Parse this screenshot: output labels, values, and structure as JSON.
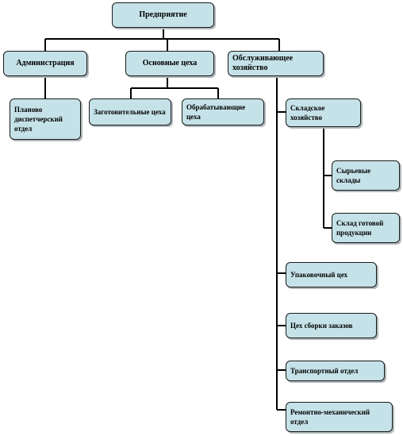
{
  "org_chart": {
    "root": "Предприятие",
    "administration": "Администрация",
    "planning_dept": "Планово диспетчерский отдел",
    "main_shops": "Основные цеха",
    "procurement_shops": "Заготовительные цеха",
    "processing_shops": "Обрабатывающие цеха",
    "service_economy": "Обслуживающее хозяйство",
    "warehouse_economy": "Складское хозяйство",
    "raw_warehouses": "Сырьевые склады",
    "finished_goods_warehouse": "Склад готовой продукции",
    "packing_shop": "Упаковочный цех",
    "order_assembly_shop": "Цех сборки заказов",
    "transport_dept": "Транспортный отдел",
    "repair_mechanical_dept": "Ремонтно-механический отдел"
  },
  "colors": {
    "box_fill": "#c5e2e8",
    "box_border": "#1a1a1a",
    "connector": "#000000"
  }
}
